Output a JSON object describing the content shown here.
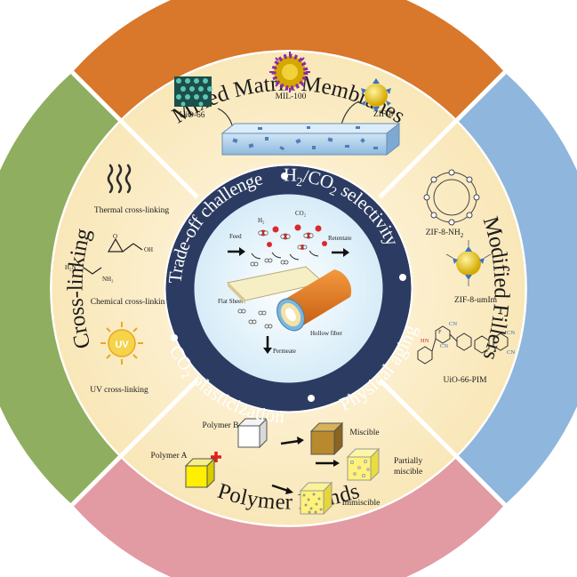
{
  "segments": {
    "top": "Mixed Matrix Membranes",
    "right": "Modified Fillers",
    "bottom": "Polymer Blends",
    "left": "Cross-linking"
  },
  "mixed_matrix": {
    "uio66": "UiO-66",
    "mil100": "MIL-100",
    "zif8": "ZIF-8"
  },
  "modified_fillers": {
    "zif8_nh2": "ZIF-8-NH",
    "zif8_nh2_sub": "2",
    "zif8_umim": "ZIF-8-umIm",
    "uio66_pim": "UiO-66-PIM"
  },
  "polymer_blends": {
    "polymer_a": "Polymer A",
    "polymer_b": "Polymer B",
    "miscible": "Miscible",
    "partially_1": "Partially",
    "partially_2": "miscible",
    "immiscible": "Immiscible"
  },
  "crosslinking": {
    "thermal": "Thermal cross-linking",
    "chemical": "Chemical cross-linking",
    "uv": "UV cross-linking",
    "uv_badge": "UV",
    "h2n": "H₂N",
    "nh2": "NH₂",
    "oh": "OH",
    "o": "O"
  },
  "inner_ring": {
    "h2co2_a": "H",
    "h2co2_sub_a": "2",
    "h2co2_b": "/CO",
    "h2co2_sub_b": "2",
    "h2co2_c": " selectivity",
    "physical_aging": "Physical aging",
    "co2_plast_a": "CO",
    "co2_plast_sub": "2",
    "co2_plast_b": " plasticization",
    "tradeoff": "Trade-off challenge"
  },
  "center": {
    "feed": "Feed",
    "h2": "H₂",
    "co2": "CO₂",
    "retentate": "Retentate",
    "flat_sheet": "Flat Sheet",
    "hollow_fiber": "Hollow fiber",
    "permeate": "Permeate"
  },
  "colors": {
    "top": "#d9772a",
    "right": "#8fb6dc",
    "bottom": "#e29aa3",
    "left": "#8fae5f",
    "inner_ring": "#2c3b62",
    "cream": "#fbedc8"
  }
}
